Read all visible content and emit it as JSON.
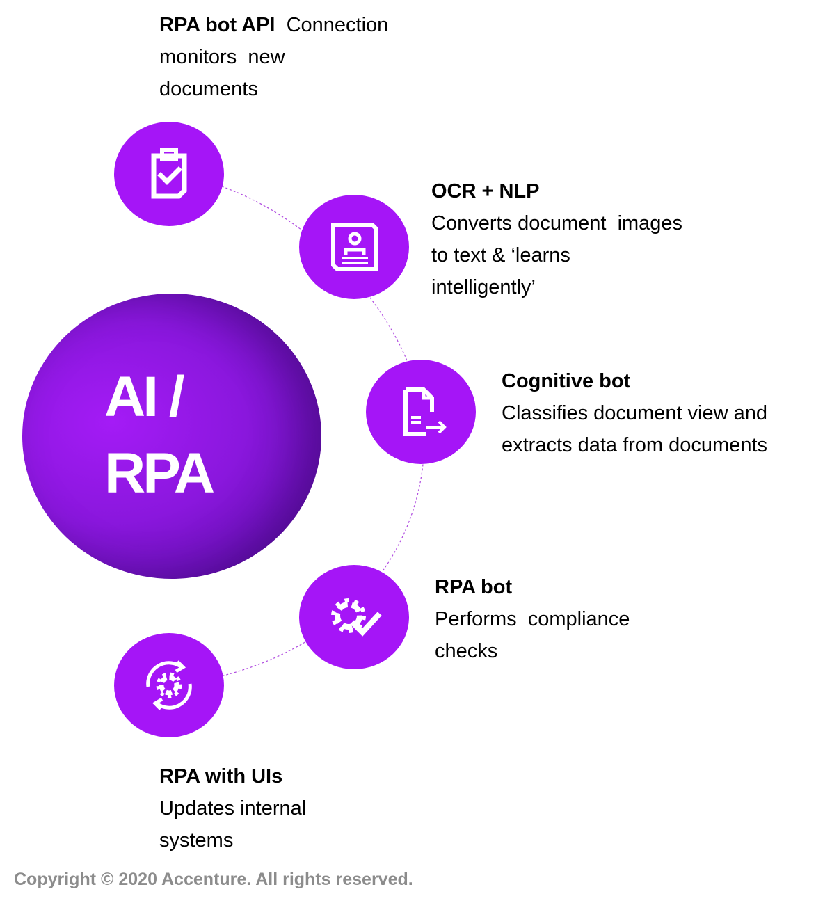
{
  "diagram": {
    "hub": {
      "line1": "AI /",
      "line2": "RPA"
    },
    "steps": [
      {
        "title": "RPA bot API",
        "title_rest": "  Connection",
        "lines": [
          "monitors  new",
          "documents"
        ],
        "icon": "clipboard-check-icon"
      },
      {
        "title": "OCR + NLP",
        "lines": [
          "Converts document  images",
          "to text & ‘learns",
          "intelligently’"
        ],
        "icon": "id-document-icon"
      },
      {
        "title": "Cognitive bot",
        "lines": [
          "Classifies document view and",
          "extracts data from documents"
        ],
        "icon": "document-arrow-icon"
      },
      {
        "title": "RPA bot",
        "lines": [
          "Performs  compliance",
          "checks"
        ],
        "icon": "gear-check-icon"
      },
      {
        "title": "RPA with UIs",
        "lines": [
          "Updates internal",
          "systems"
        ],
        "icon": "gear-refresh-icon"
      }
    ],
    "colors": {
      "node": "#a515f7",
      "hub_light": "#a41bf6",
      "hub_dark": "#4f0a8a",
      "connector": "#b04ce0",
      "copyright": "#8c8c8c"
    }
  },
  "footer": {
    "copyright": "Copyright © 2020 Accenture. All rights reserved."
  }
}
